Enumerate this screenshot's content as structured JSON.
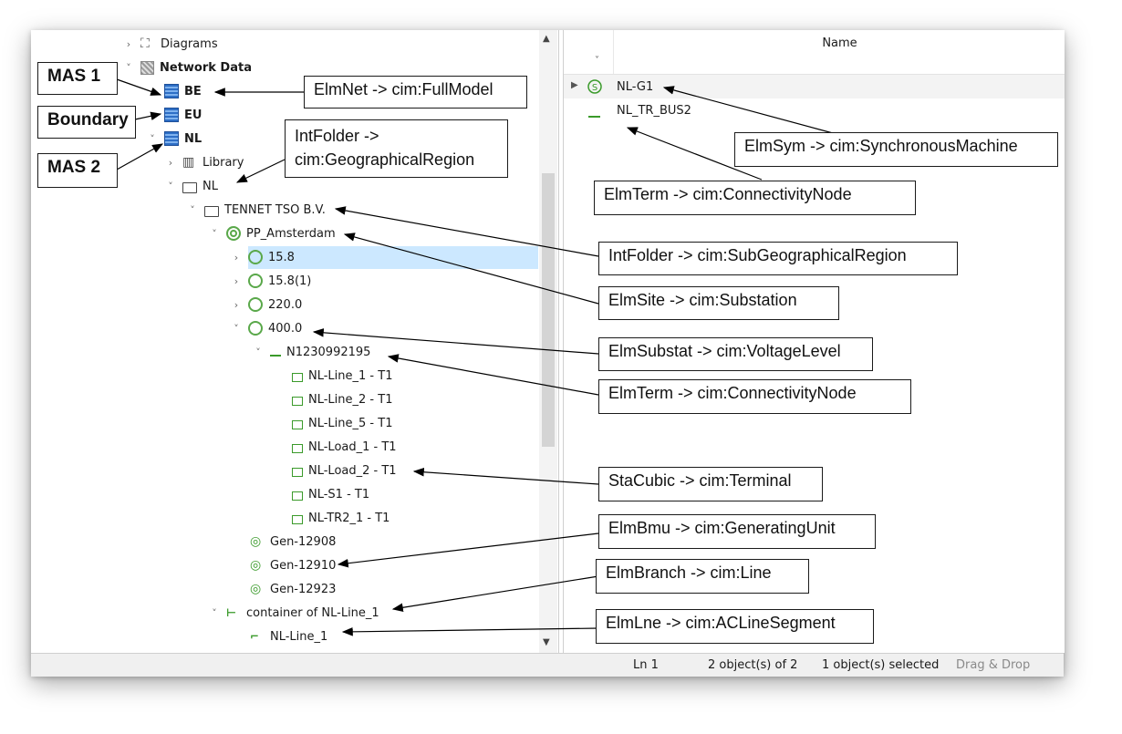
{
  "tree": {
    "items": [
      {
        "label": "Diagrams",
        "icon": "diagram-icon",
        "chevron": "›"
      },
      {
        "label": "Network Data",
        "icon": "network-data-icon",
        "chevron": "˅"
      },
      {
        "label": "BE",
        "icon": "grid-icon"
      },
      {
        "label": "EU",
        "icon": "grid-icon",
        "chevron": "›"
      },
      {
        "label": "NL",
        "icon": "grid-icon",
        "chevron": "˅"
      },
      {
        "label": "Library",
        "icon": "library-icon",
        "chevron": "›"
      },
      {
        "label": "NL",
        "icon": "folder-icon",
        "chevron": "˅"
      },
      {
        "label": "TENNET TSO B.V.",
        "icon": "folder-icon",
        "chevron": "˅"
      },
      {
        "label": "PP_Amsterdam",
        "icon": "site-icon",
        "chevron": "˅"
      },
      {
        "label": "15.8",
        "icon": "voltage-level-icon",
        "chevron": "›"
      },
      {
        "label": "15.8(1)",
        "icon": "voltage-level-icon",
        "chevron": "›"
      },
      {
        "label": "220.0",
        "icon": "voltage-level-icon",
        "chevron": "›"
      },
      {
        "label": "400.0",
        "icon": "voltage-level-icon",
        "chevron": "˅"
      },
      {
        "label": "N1230992195",
        "icon": "terminal-icon",
        "chevron": "˅"
      },
      {
        "label": "NL-Line_1 - T1",
        "icon": "cubicle-icon"
      },
      {
        "label": "NL-Line_2 - T1",
        "icon": "cubicle-icon"
      },
      {
        "label": "NL-Line_5 - T1",
        "icon": "cubicle-icon"
      },
      {
        "label": "NL-Load_1 - T1",
        "icon": "cubicle-icon"
      },
      {
        "label": "NL-Load_2 - T1",
        "icon": "cubicle-icon"
      },
      {
        "label": "NL-S1 - T1",
        "icon": "cubicle-icon"
      },
      {
        "label": "NL-TR2_1 - T1",
        "icon": "cubicle-icon"
      },
      {
        "label": "Gen-12908",
        "icon": "generator-icon"
      },
      {
        "label": "Gen-12910",
        "icon": "generator-icon"
      },
      {
        "label": "Gen-12923",
        "icon": "generator-icon"
      },
      {
        "label": "container of NL-Line_1",
        "icon": "branch-icon",
        "chevron": "˅"
      },
      {
        "label": "NL-Line_1",
        "icon": "line-icon"
      }
    ]
  },
  "list": {
    "column_name": "Name",
    "rows": [
      {
        "name": "NL-G1",
        "icon": "sync-machine-icon"
      },
      {
        "name": "NL_TR_BUS2",
        "icon": "terminal-icon"
      }
    ]
  },
  "status": {
    "line": "Ln 1",
    "objects": "2 object(s) of 2",
    "selected": "1 object(s) selected",
    "drag": "Drag & Drop"
  },
  "callouts": {
    "mas1": "MAS 1",
    "boundary": "Boundary",
    "mas2": "MAS 2",
    "elmnet": "ElmNet -> cim:FullModel",
    "intfolder_geo_1": "IntFolder ->",
    "intfolder_geo_2": "cim:GeographicalRegion",
    "elmsym": "ElmSym -> cim:SynchronousMachine",
    "elmterm_top": "ElmTerm -> cim:ConnectivityNode",
    "intfolder_sub": "IntFolder -> cim:SubGeographicalRegion",
    "elmsite": "ElmSite -> cim:Substation",
    "elmsubstat": "ElmSubstat -> cim:VoltageLevel",
    "elmterm_mid": "ElmTerm -> cim:ConnectivityNode",
    "stacubic": "StaCubic -> cim:Terminal",
    "elmbmu": "ElmBmu -> cim:GeneratingUnit",
    "elmbranch": "ElmBranch -> cim:Line",
    "elmlne": "ElmLne -> cim:ACLineSegment"
  }
}
